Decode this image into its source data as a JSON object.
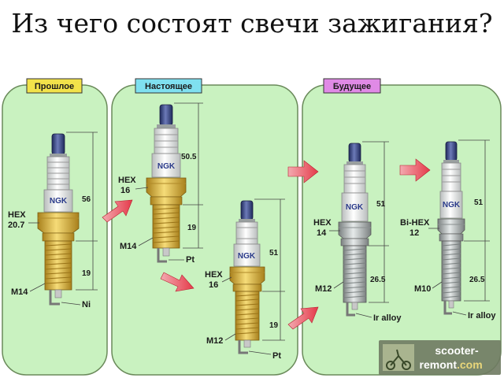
{
  "title": "Из чего состоят свечи зажигания?",
  "panels": {
    "past": {
      "tab": "Прошлое",
      "tab_color": "#f2e24a"
    },
    "present": {
      "tab": "Настоящее",
      "tab_color": "#7fe0f0"
    },
    "future": {
      "tab": "Будущее",
      "tab_color": "#e08ae6"
    }
  },
  "colors": {
    "panel_fill": "#c9f2c0",
    "panel_stroke": "#6a8a5a",
    "gold": "#e2bd3e",
    "silver": "#b7bdbd",
    "arrow": "#e53a4a"
  },
  "plugs": {
    "past": {
      "hex_label": "HEX",
      "hex_value": "20.7",
      "thread": "M14",
      "electrode": "Ni",
      "dim_top": "56",
      "dim_bottom": "19",
      "brand": "NGK"
    },
    "present_a": {
      "hex_label": "HEX",
      "hex_value": "16",
      "thread": "M14",
      "electrode": "Pt",
      "dim_top": "50.5",
      "dim_bottom": "19",
      "brand": "NGK"
    },
    "present_b": {
      "hex_label": "HEX",
      "hex_value": "16",
      "thread": "M12",
      "electrode": "Pt",
      "dim_top": "51",
      "dim_bottom": "19",
      "brand": "NGK"
    },
    "future_a": {
      "hex_label": "HEX",
      "hex_value": "14",
      "thread": "M12",
      "electrode": "Ir alloy",
      "dim_top": "51",
      "dim_bottom": "26.5",
      "brand": "NGK"
    },
    "future_b": {
      "hex_label": "Bi-HEX",
      "hex_value": "12",
      "thread": "M10",
      "electrode": "Ir alloy",
      "dim_top": "51",
      "dim_bottom": "26.5",
      "brand": "NGK"
    }
  },
  "watermark": {
    "line1": "scooter-",
    "line2_a": "remont",
    "line2_b": ".com"
  }
}
